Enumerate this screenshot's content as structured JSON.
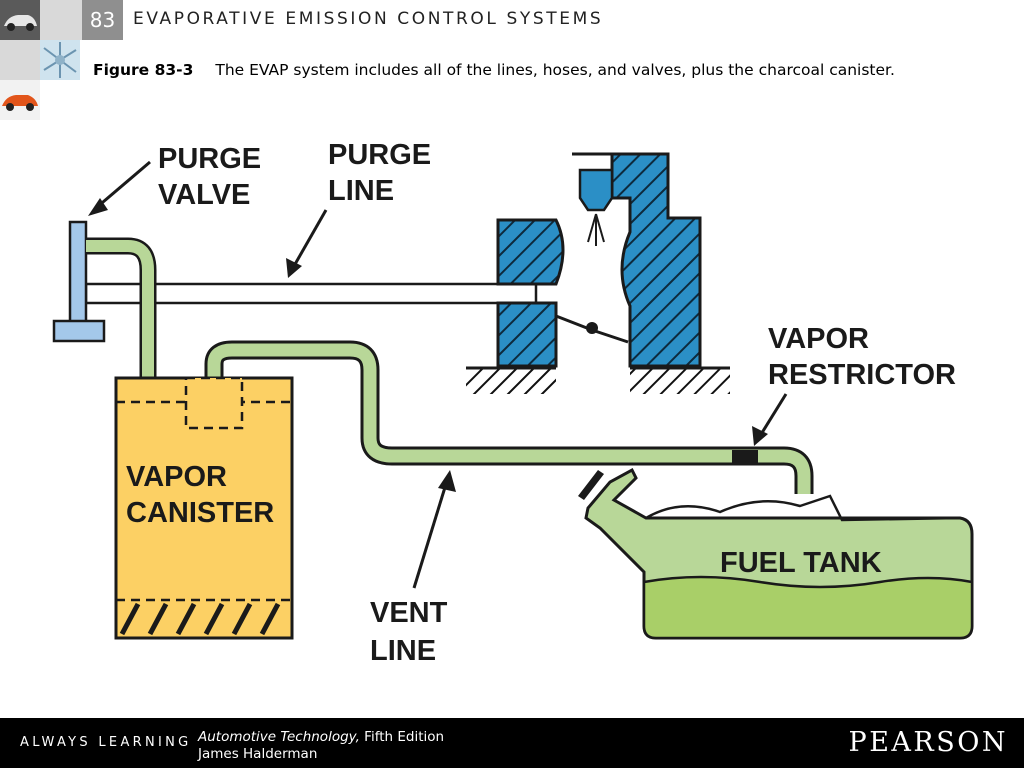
{
  "header": {
    "chapter_number": "83",
    "chapter_title": "EVAPORATIVE EMISSION CONTROL SYSTEMS"
  },
  "caption": {
    "figure_number": "Figure 83-3",
    "text": "The EVAP system includes all of the lines, hoses, and valves, plus the charcoal canister."
  },
  "diagram": {
    "labels": {
      "purge_valve_1": "PURGE",
      "purge_valve_2": "VALVE",
      "purge_line_1": "PURGE",
      "purge_line_2": "LINE",
      "vapor_restrictor_1": "VAPOR",
      "vapor_restrictor_2": "RESTRICTOR",
      "vapor_canister_1": "VAPOR",
      "vapor_canister_2": "CANISTER",
      "fuel_tank": "FUEL TANK",
      "vent_line_1": "VENT",
      "vent_line_2": "LINE"
    },
    "colors": {
      "hose_green": "#b8d798",
      "hose_outline": "#4a6b2e",
      "canister_yellow": "#fcd064",
      "engine_blue": "#2b8fc6",
      "purge_valve_blue": "#a4c8ea",
      "fuel_liquid": "#a9cf68"
    }
  },
  "footer": {
    "tagline": "ALWAYS LEARNING",
    "book_title": "Automotive Technology,",
    "edition": "Fifth Edition",
    "author": "James Halderman",
    "publisher": "PEARSON"
  }
}
